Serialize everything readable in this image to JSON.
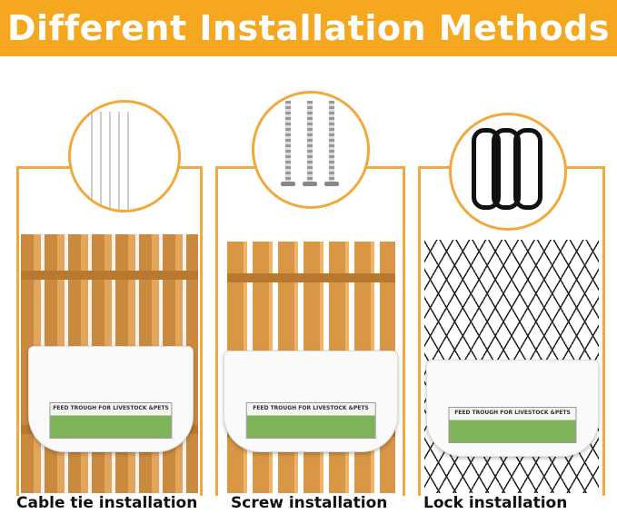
{
  "header": {
    "title": "Different Installation Methods"
  },
  "panels": [
    {
      "caption": "Cable tie installation",
      "product_label": "FEED TROUGH FOR LIVESTOCK &PETS",
      "accessory": "cable-ties",
      "background": "wooden-fence"
    },
    {
      "caption": "Screw installation",
      "product_label": "FEED TROUGH FOR LIVESTOCK &PETS",
      "accessory": "screws",
      "background": "wooden-fence"
    },
    {
      "caption": "Lock installation",
      "product_label": "FEED TROUGH FOR LIVESTOCK &PETS",
      "accessory": "carabiners",
      "background": "wire-mesh"
    }
  ],
  "colors": {
    "accent": "#F5A81F"
  }
}
